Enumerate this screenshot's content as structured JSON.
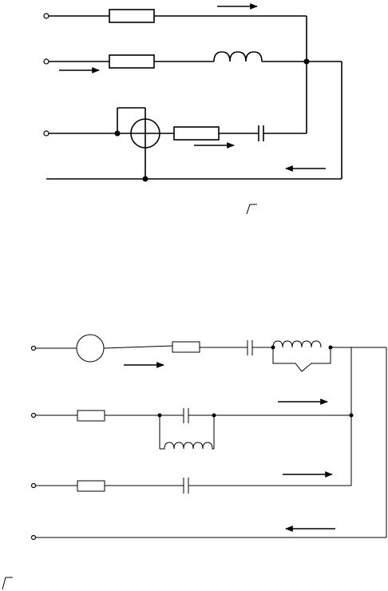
{
  "diagram_top": {
    "components": [
      "resistor",
      "resistor",
      "inductor",
      "resistor",
      "capacitor",
      "meter"
    ],
    "current_arrows": [
      "right",
      "right",
      "right",
      "left"
    ]
  },
  "diagram_bottom": {
    "components": [
      "meter",
      "resistor",
      "capacitor",
      "inductor",
      "resistor",
      "capacitor",
      "inductor",
      "resistor",
      "capacitor"
    ],
    "current_arrows": [
      "right",
      "right",
      "right",
      "left"
    ]
  },
  "colors": {
    "line": "#000000",
    "background": "#ffffff"
  }
}
